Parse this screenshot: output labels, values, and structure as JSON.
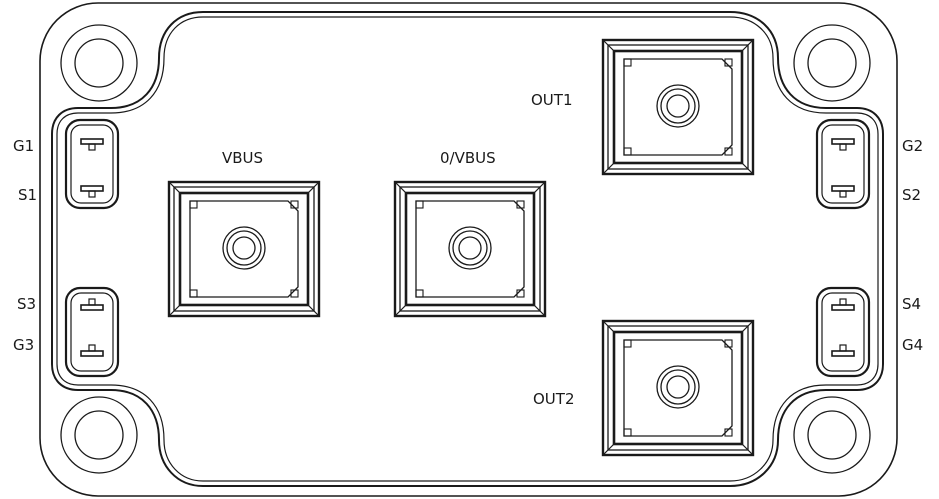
{
  "diagram": {
    "labels": {
      "g1": "G1",
      "s1": "S1",
      "s3": "S3",
      "g3": "G3",
      "g2": "G2",
      "s2": "S2",
      "s4": "S4",
      "g4": "G4",
      "vbus": "VBUS",
      "zero_vbus": "0/VBUS",
      "out1": "OUT1",
      "out2": "OUT2"
    }
  }
}
